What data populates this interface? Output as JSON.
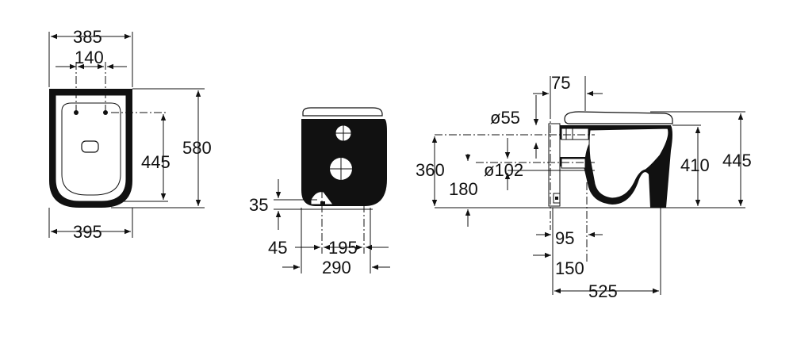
{
  "top_view": {
    "dim_top_width": "385",
    "dim_hole_spacing": "140",
    "dim_bottom_width": "395",
    "dim_length": "580",
    "dim_hole_to_front": "445"
  },
  "rear_view": {
    "dim_outlet_height": "35",
    "dim_left_offset": "45",
    "dim_outlet_spacing": "195",
    "dim_depth": "290"
  },
  "side_view": {
    "dim_top_offset": "75",
    "dim_inlet_diameter": "ø55",
    "dim_inlet_height": "360",
    "dim_outlet_diameter": "ø102",
    "dim_outlet_height": "180",
    "dim_rim_height": "410",
    "dim_total_height": "445",
    "dim_bracket_offset": "95",
    "dim_bracket_depth": "150",
    "dim_total_depth": "525"
  }
}
